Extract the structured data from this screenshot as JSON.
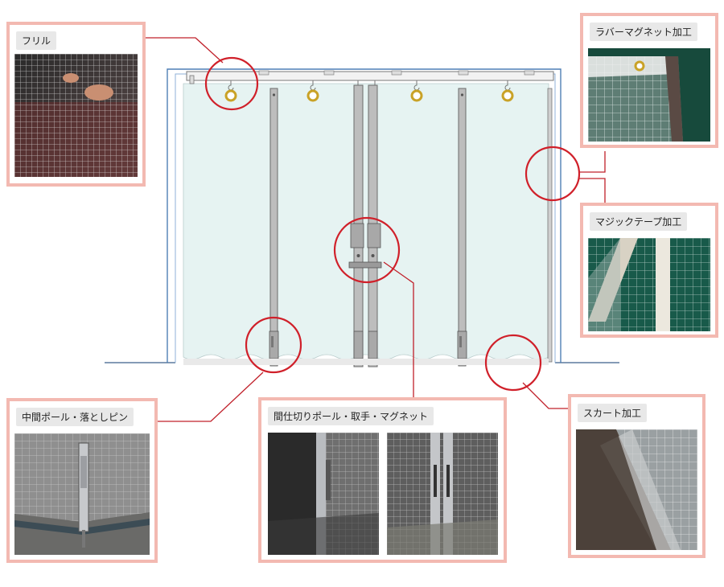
{
  "callouts": {
    "frill": {
      "label": "フリル"
    },
    "rubber_magnet": {
      "label": "ラバーマグネット加工"
    },
    "velcro": {
      "label": "マジックテープ加工"
    },
    "middle_pole": {
      "label": "中間ポール・落としピン"
    },
    "partition_pole": {
      "label": "間仕切りポール・取手・マグネット"
    },
    "skirt": {
      "label": "スカート加工"
    }
  },
  "colors": {
    "callout_border": "#f3b9b1",
    "highlight_circle": "#d0202a",
    "curtain_fill": "#e6f3f2",
    "frame_stroke": "#3a6ea8"
  }
}
